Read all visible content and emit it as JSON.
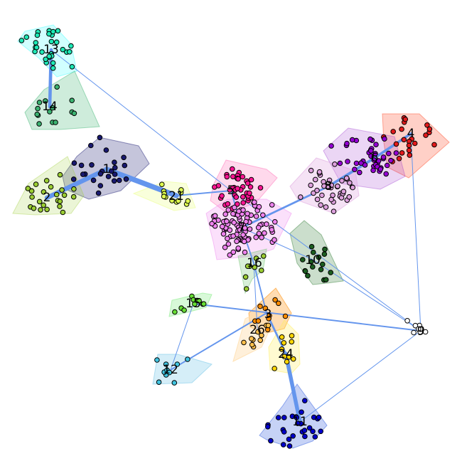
{
  "graph": {
    "edge_color": "#6495ed",
    "clusters": [
      {
        "id": "1",
        "label": "1",
        "color": "#191970",
        "fill": "#191970",
        "opacity": 0.25
      },
      {
        "id": "2",
        "label": "2",
        "color": "#9acd32",
        "fill": "#9acd32",
        "opacity": 0.2
      },
      {
        "id": "3",
        "label": "3",
        "color": "#ff8c00",
        "fill": "#ff8c00",
        "opacity": 0.3
      },
      {
        "id": "4",
        "label": "4",
        "color": "#e31a1c",
        "fill": "#ff6347",
        "opacity": 0.3
      },
      {
        "id": "5",
        "label": "5",
        "color": "#ff1493",
        "fill": "#ff69b4",
        "opacity": 0.25
      },
      {
        "id": "6",
        "label": "6",
        "color": "#9400d3",
        "fill": "#9932cc",
        "opacity": 0.2
      },
      {
        "id": "7",
        "label": "7",
        "color": "#ee82ee",
        "fill": "#ee82ee",
        "opacity": 0.25
      },
      {
        "id": "8",
        "label": "8",
        "color": "#dda0dd",
        "fill": "#dda0dd",
        "opacity": 0.3
      },
      {
        "id": "9",
        "label": "9",
        "color": "#ffffff",
        "fill": "#ffffff",
        "opacity": 0.1
      },
      {
        "id": "10",
        "label": "10",
        "color": "#1b5e20",
        "fill": "#2e7d32",
        "opacity": 0.25
      },
      {
        "id": "11",
        "label": "11",
        "color": "#0000cd",
        "fill": "#4169e1",
        "opacity": 0.3
      },
      {
        "id": "12",
        "label": "12",
        "color": "#40c4e0",
        "fill": "#87ceeb",
        "opacity": 0.35
      },
      {
        "id": "13",
        "label": "13",
        "color": "#1de9b6",
        "fill": "#00ffff",
        "opacity": 0.18
      },
      {
        "id": "14",
        "label": "14",
        "color": "#3cb371",
        "fill": "#3cb371",
        "opacity": 0.25
      },
      {
        "id": "15",
        "label": "15",
        "color": "#66dd33",
        "fill": "#90ee90",
        "opacity": 0.35
      },
      {
        "id": "16",
        "label": "16",
        "color": "#9acd32",
        "fill": "#7fc97f",
        "opacity": 0.3
      },
      {
        "id": "21",
        "label": "21",
        "color": "#dfff4f",
        "fill": "#eeff99",
        "opacity": 0.35
      },
      {
        "id": "24",
        "label": "24",
        "color": "#ffd700",
        "fill": "#ffee66",
        "opacity": 0.3
      },
      {
        "id": "26",
        "label": "26",
        "color": "#ffc04d",
        "fill": "#ffdead",
        "opacity": 0.45
      }
    ],
    "edges": [
      {
        "source": "13",
        "target": "14",
        "weight": 5
      },
      {
        "source": "13",
        "target": "5",
        "weight": 1
      },
      {
        "source": "1",
        "target": "2",
        "weight": 7
      },
      {
        "source": "1",
        "target": "21",
        "weight": 8
      },
      {
        "source": "21",
        "target": "5",
        "weight": 2
      },
      {
        "source": "5",
        "target": "7",
        "weight": 2
      },
      {
        "source": "5",
        "target": "9",
        "weight": 1
      },
      {
        "source": "7",
        "target": "8",
        "weight": 3
      },
      {
        "source": "8",
        "target": "6",
        "weight": 4
      },
      {
        "source": "6",
        "target": "4",
        "weight": 4
      },
      {
        "source": "4",
        "target": "9",
        "weight": 1
      },
      {
        "source": "7",
        "target": "10",
        "weight": 1
      },
      {
        "source": "10",
        "target": "9",
        "weight": 1
      },
      {
        "source": "7",
        "target": "16",
        "weight": 2
      },
      {
        "source": "16",
        "target": "3",
        "weight": 2
      },
      {
        "source": "16",
        "target": "26",
        "weight": 1
      },
      {
        "source": "3",
        "target": "24",
        "weight": 3
      },
      {
        "source": "24",
        "target": "11",
        "weight": 6
      },
      {
        "source": "3",
        "target": "12",
        "weight": 2
      },
      {
        "source": "15",
        "target": "12",
        "weight": 1
      },
      {
        "source": "15",
        "target": "9",
        "weight": 2
      },
      {
        "source": "11",
        "target": "9",
        "weight": 1
      }
    ]
  }
}
